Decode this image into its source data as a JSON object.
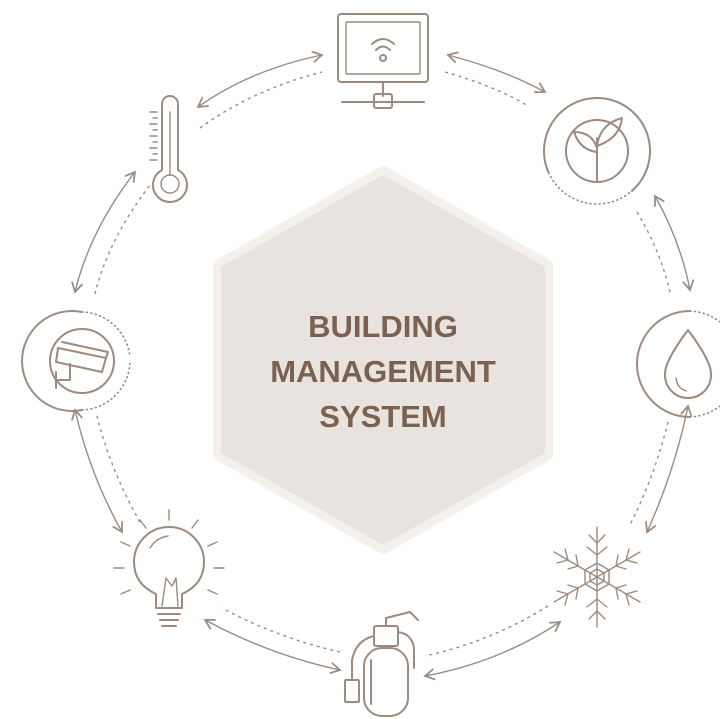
{
  "title": {
    "lines": [
      "BUILDING",
      "MANAGEMENT",
      "SYSTEM"
    ]
  },
  "colors": {
    "line": "#9c8b7e",
    "text": "#7a6151",
    "hex_fill": "#e8e3de",
    "hex_border": "#f4f1ed"
  },
  "icons": [
    "wifi-monitor-icon",
    "plant-leaf-icon",
    "water-drop-icon",
    "snowflake-icon",
    "fire-extinguisher-icon",
    "light-bulb-icon",
    "security-camera-icon",
    "thermometer-icon"
  ]
}
